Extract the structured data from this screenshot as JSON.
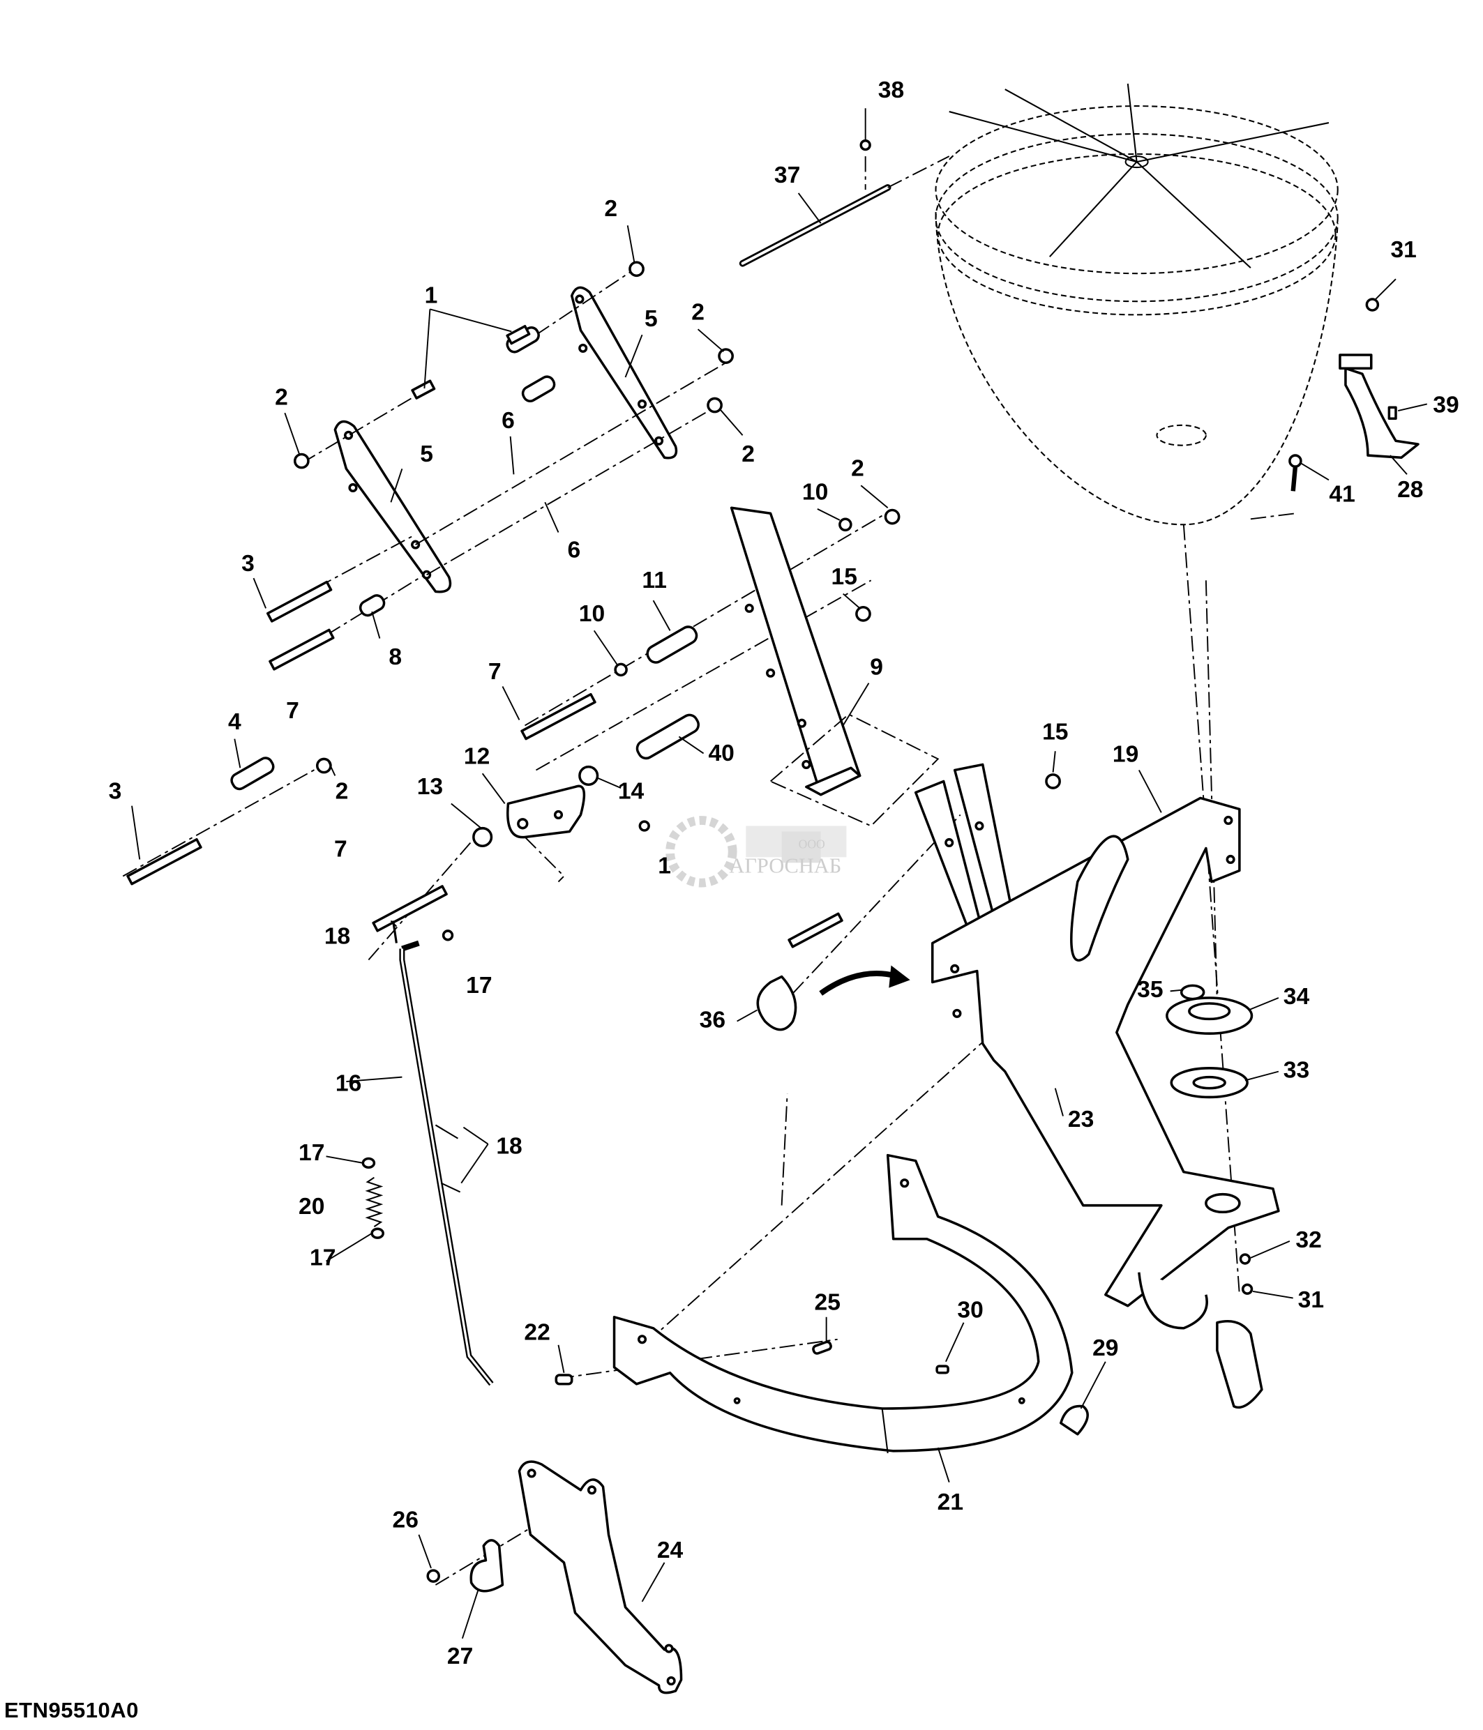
{
  "figure_id": "ETN95510A0",
  "watermark": {
    "prefix": "ООО",
    "brand": "АГРОСНАБ"
  },
  "callouts": [
    {
      "id": "c1",
      "text": "38"
    },
    {
      "id": "c2",
      "text": "37"
    },
    {
      "id": "c3",
      "text": "2"
    },
    {
      "id": "c4",
      "text": "1"
    },
    {
      "id": "c5",
      "text": "5"
    },
    {
      "id": "c6",
      "text": "2"
    },
    {
      "id": "c7",
      "text": "2"
    },
    {
      "id": "c8",
      "text": "5"
    },
    {
      "id": "c9",
      "text": "6"
    },
    {
      "id": "c10",
      "text": "2"
    },
    {
      "id": "c11",
      "text": "6"
    },
    {
      "id": "c12",
      "text": "3"
    },
    {
      "id": "c13",
      "text": "8"
    },
    {
      "id": "c14",
      "text": "7"
    },
    {
      "id": "c15",
      "text": "10"
    },
    {
      "id": "c16",
      "text": "2"
    },
    {
      "id": "c17",
      "text": "11"
    },
    {
      "id": "c18",
      "text": "15"
    },
    {
      "id": "c19",
      "text": "10"
    },
    {
      "id": "c20",
      "text": "9"
    },
    {
      "id": "c21",
      "text": "7"
    },
    {
      "id": "c22",
      "text": "40"
    },
    {
      "id": "c23",
      "text": "4"
    },
    {
      "id": "c24",
      "text": "3"
    },
    {
      "id": "c25",
      "text": "2"
    },
    {
      "id": "c26",
      "text": "12"
    },
    {
      "id": "c27",
      "text": "13"
    },
    {
      "id": "c28",
      "text": "14"
    },
    {
      "id": "c29",
      "text": "1"
    },
    {
      "id": "c30",
      "text": "7"
    },
    {
      "id": "c31",
      "text": "18"
    },
    {
      "id": "c32",
      "text": "17"
    },
    {
      "id": "c33",
      "text": "16"
    },
    {
      "id": "c34",
      "text": "18"
    },
    {
      "id": "c35",
      "text": "17"
    },
    {
      "id": "c36",
      "text": "20"
    },
    {
      "id": "c37",
      "text": "17"
    },
    {
      "id": "c38",
      "text": "36"
    },
    {
      "id": "c39",
      "text": "15"
    },
    {
      "id": "c40",
      "text": "19"
    },
    {
      "id": "c41",
      "text": "35"
    },
    {
      "id": "c42",
      "text": "34"
    },
    {
      "id": "c43",
      "text": "33"
    },
    {
      "id": "c44",
      "text": "23"
    },
    {
      "id": "c45",
      "text": "32"
    },
    {
      "id": "c46",
      "text": "31"
    },
    {
      "id": "c47",
      "text": "22"
    },
    {
      "id": "c48",
      "text": "25"
    },
    {
      "id": "c49",
      "text": "30"
    },
    {
      "id": "c50",
      "text": "29"
    },
    {
      "id": "c51",
      "text": "21"
    },
    {
      "id": "c52",
      "text": "26"
    },
    {
      "id": "c53",
      "text": "24"
    },
    {
      "id": "c54",
      "text": "27"
    },
    {
      "id": "c55",
      "text": "31"
    },
    {
      "id": "c56",
      "text": "39"
    },
    {
      "id": "c57",
      "text": "41"
    },
    {
      "id": "c58",
      "text": "28"
    }
  ]
}
